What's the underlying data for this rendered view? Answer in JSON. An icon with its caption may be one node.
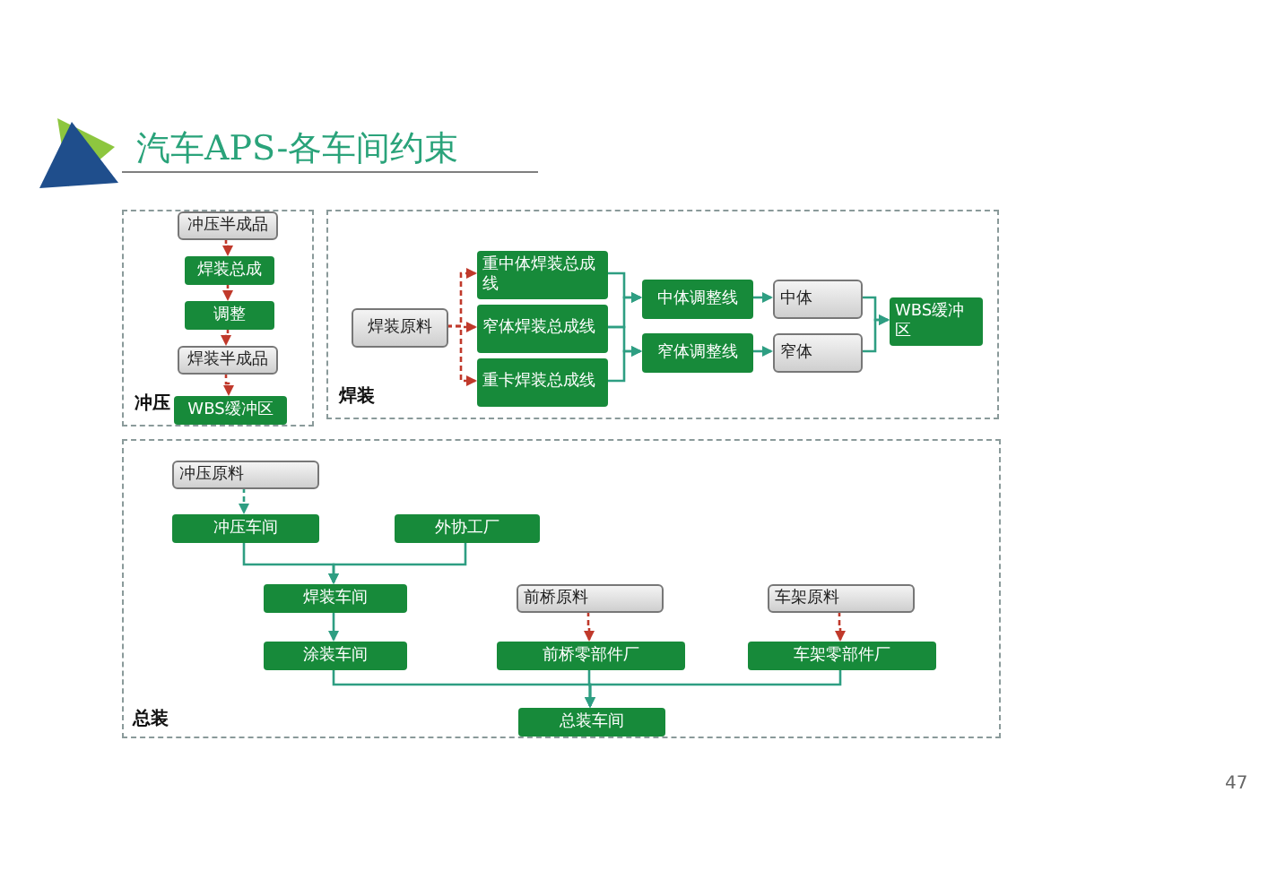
{
  "diagram": {
    "title": "汽车APS-各车间约束",
    "nodes": [
      {
        "text": [
          "冲压"
        ]
      },
      {
        "text": [
          "冲压半成品"
        ],
        "in": 0
      },
      {
        "text": [
          "焊装总成"
        ],
        "in": 0
      },
      {
        "text": [
          "调整"
        ],
        "in": 0
      },
      {
        "text": [
          "焊装半成品"
        ],
        "in": 0
      },
      {
        "text": [
          "WBS缓冲区"
        ],
        "in": 0
      },
      {
        "text": [
          "焊装"
        ]
      },
      {
        "text": [
          "焊装原料"
        ],
        "in": 6
      },
      {
        "text": [
          "重中体焊装总成线"
        ],
        "in": 6
      },
      {
        "text": [
          "窄体焊装总成线"
        ],
        "in": 6
      },
      {
        "text": [
          "重卡焊装总成线"
        ],
        "in": 6
      },
      {
        "text": [
          "中体调整线"
        ],
        "in": 6
      },
      {
        "text": [
          "窄体调整线"
        ],
        "in": 6
      },
      {
        "text": [
          "中体"
        ],
        "in": 6
      },
      {
        "text": [
          "窄体"
        ],
        "in": 6
      },
      {
        "text": [
          "WBS缓冲区"
        ],
        "in": 6
      },
      {
        "text": [
          "总装"
        ]
      },
      {
        "text": [
          "冲压原料"
        ],
        "in": 16
      },
      {
        "text": [
          "冲压车间"
        ],
        "in": 16
      },
      {
        "text": [
          "外协工厂"
        ],
        "in": 16
      },
      {
        "text": [
          "焊装车间"
        ],
        "in": 16
      },
      {
        "text": [
          "涂装车间"
        ],
        "in": 16
      },
      {
        "text": [
          "前桥原料"
        ],
        "in": 16
      },
      {
        "text": [
          "前桥零部件厂"
        ],
        "in": 16
      },
      {
        "text": [
          "车架原料"
        ],
        "in": 16
      },
      {
        "text": [
          "车架零部件厂"
        ],
        "in": 16
      },
      {
        "text": [
          "总装车间"
        ],
        "in": 16
      }
    ],
    "edges": [
      {
        "from": 1,
        "to": 2,
        "arrow": "to",
        "style": "dashed",
        "color": "#c0392b"
      },
      {
        "from": 2,
        "to": 3,
        "arrow": "to",
        "style": "dashed",
        "color": "#c0392b"
      },
      {
        "from": 3,
        "to": 4,
        "arrow": "to",
        "style": "dashed",
        "color": "#c0392b"
      },
      {
        "from": 4,
        "to": 5,
        "arrow": "to",
        "style": "dashed",
        "color": "#c0392b"
      },
      {
        "from": 7,
        "to": 8,
        "arrow": "to",
        "style": "dashed",
        "color": "#c0392b"
      },
      {
        "from": 7,
        "to": 9,
        "arrow": "to",
        "style": "dashed",
        "color": "#c0392b"
      },
      {
        "from": 7,
        "to": 10,
        "arrow": "to",
        "style": "dashed",
        "color": "#c0392b"
      },
      {
        "from": 8,
        "to": 11,
        "arrow": "to"
      },
      {
        "from": 9,
        "to": 11,
        "arrow": "to"
      },
      {
        "from": 9,
        "to": 12,
        "arrow": "to"
      },
      {
        "from": 10,
        "to": 12,
        "arrow": "to"
      },
      {
        "from": 11,
        "to": 13,
        "arrow": "to"
      },
      {
        "from": 12,
        "to": 14,
        "arrow": "to"
      },
      {
        "from": 13,
        "to": 15,
        "arrow": "to"
      },
      {
        "from": 14,
        "to": 15,
        "arrow": "to"
      },
      {
        "from": 17,
        "to": 18,
        "arrow": "to",
        "style": "dashed"
      },
      {
        "from": 18,
        "to": 20,
        "arrow": "to"
      },
      {
        "from": 19,
        "to": 20,
        "arrow": "to"
      },
      {
        "from": 20,
        "to": 21,
        "arrow": "to"
      },
      {
        "from": 22,
        "to": 23,
        "arrow": "to",
        "style": "dashed",
        "color": "#c0392b"
      },
      {
        "from": 24,
        "to": 25,
        "arrow": "to",
        "style": "dashed",
        "color": "#c0392b"
      },
      {
        "from": 21,
        "to": 26,
        "arrow": "to"
      },
      {
        "from": 23,
        "to": 26,
        "arrow": "to"
      },
      {
        "from": 25,
        "to": 26,
        "arrow": "to"
      }
    ],
    "labels": [
      "47"
    ]
  }
}
